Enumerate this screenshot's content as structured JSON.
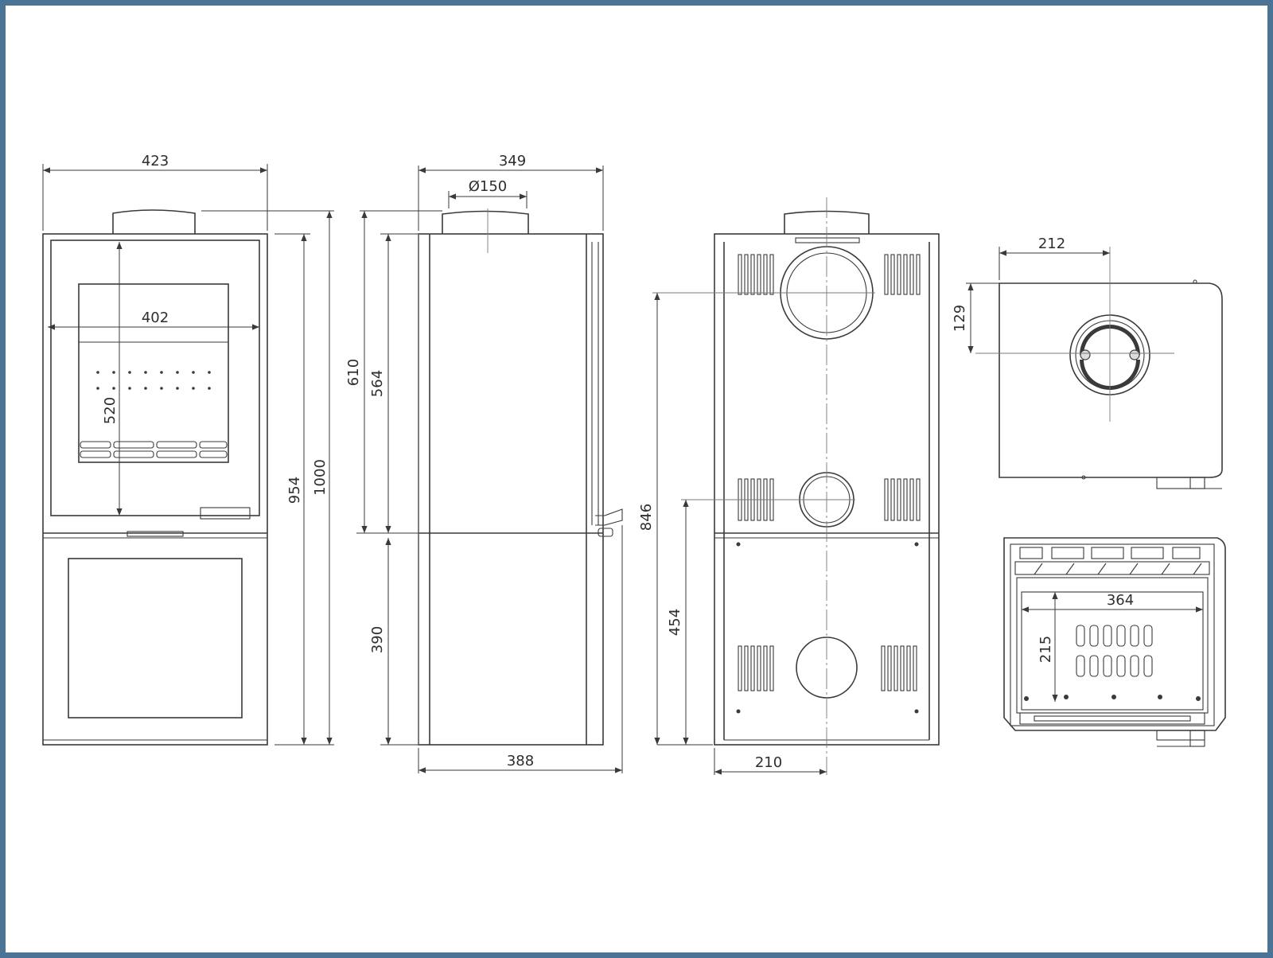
{
  "colors": {
    "frame": "#4a7396",
    "line": "#3a3a3a"
  },
  "front_view": {
    "width_top": "423",
    "inner_width": "402",
    "inner_height": "520",
    "height_body": "954",
    "height_total": "1000"
  },
  "side_view": {
    "depth_top": "349",
    "flue_diameter": "Ø150",
    "height_upper_flue": "610",
    "height_upper": "564",
    "height_lower": "390",
    "depth_bottom": "388"
  },
  "rear_view": {
    "outlet_height_upper": "846",
    "outlet_height_lower": "454",
    "center_offset": "210"
  },
  "top_view": {
    "flue_x": "212",
    "flue_y": "129"
  },
  "section_view": {
    "inner_width": "364",
    "inner_depth": "215"
  }
}
